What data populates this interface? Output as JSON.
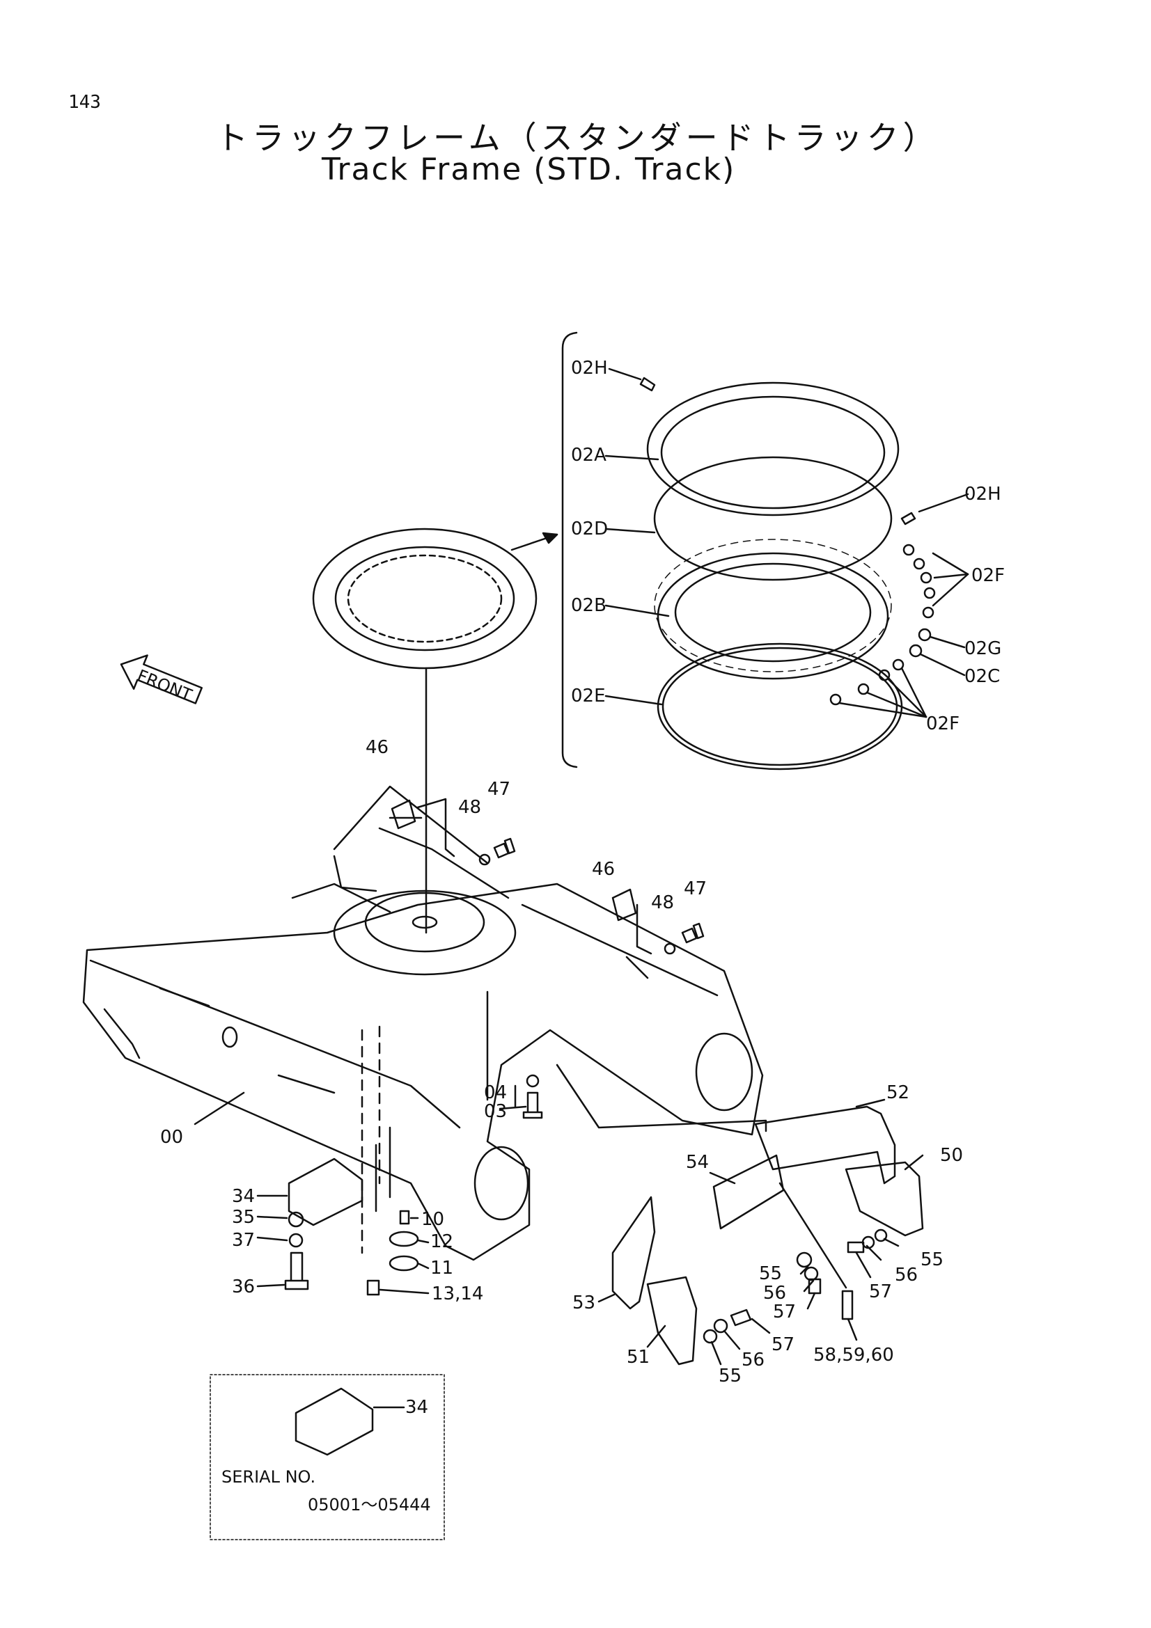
{
  "page_number": "143",
  "title_jp": "トラックフレーム（スタンダードトラック）",
  "title_en": "Track Frame (STD. Track)",
  "front_label": "FRONT",
  "callouts": {
    "c02H_a": "02H",
    "c02A": "02A",
    "c02D": "02D",
    "c02B": "02B",
    "c02E": "02E",
    "c02H_b": "02H",
    "c02F_a": "02F",
    "c02G": "02G",
    "c02C": "02C",
    "c02F_b": "02F",
    "c46_a": "46",
    "c47_a": "47",
    "c48_a": "48",
    "c46_b": "46",
    "c48_b": "48",
    "c47_b": "47",
    "c04": "04",
    "c03": "03",
    "c00": "00",
    "c34": "34",
    "c35": "35",
    "c37": "37",
    "c36": "36",
    "c10": "10",
    "c12": "12",
    "c11": "11",
    "c13_14": "13,14",
    "c52": "52",
    "c50": "50",
    "c54": "54",
    "c55_a": "55",
    "c56_a": "56",
    "c57_a": "57",
    "c55_b": "55",
    "c56_b": "56",
    "c57_b": "57",
    "c53": "53",
    "c51": "51",
    "c57_c": "57",
    "c56_c": "56",
    "c55_c": "55",
    "c58_60": "58,59,60"
  },
  "inset": {
    "part_label": "34",
    "serial_label": "SERIAL  NO.",
    "serial_range": "05001～05444"
  }
}
